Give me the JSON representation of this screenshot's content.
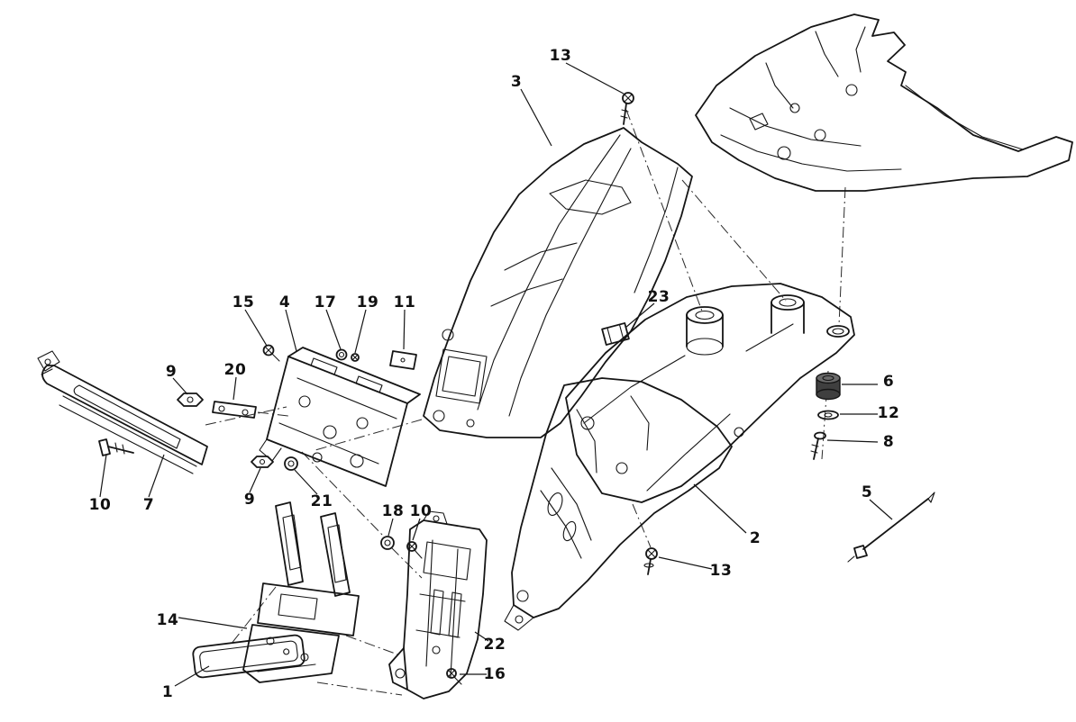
{
  "diagram": {
    "type": "exploded-parts-diagram",
    "subject": "plate holder / rear fender assembly line-art",
    "colors": {
      "line": "#151515",
      "background": "#ffffff"
    },
    "callouts": [
      {
        "label": "13"
      },
      {
        "label": "3"
      },
      {
        "label": "23"
      },
      {
        "label": "15"
      },
      {
        "label": "4"
      },
      {
        "label": "17"
      },
      {
        "label": "19"
      },
      {
        "label": "11"
      },
      {
        "label": "9"
      },
      {
        "label": "20"
      },
      {
        "label": "6"
      },
      {
        "label": "12"
      },
      {
        "label": "8"
      },
      {
        "label": "10"
      },
      {
        "label": "7"
      },
      {
        "label": "9"
      },
      {
        "label": "21"
      },
      {
        "label": "18"
      },
      {
        "label": "10"
      },
      {
        "label": "2"
      },
      {
        "label": "5"
      },
      {
        "label": "13"
      },
      {
        "label": "14"
      },
      {
        "label": "22"
      },
      {
        "label": "16"
      },
      {
        "label": "1"
      }
    ]
  }
}
